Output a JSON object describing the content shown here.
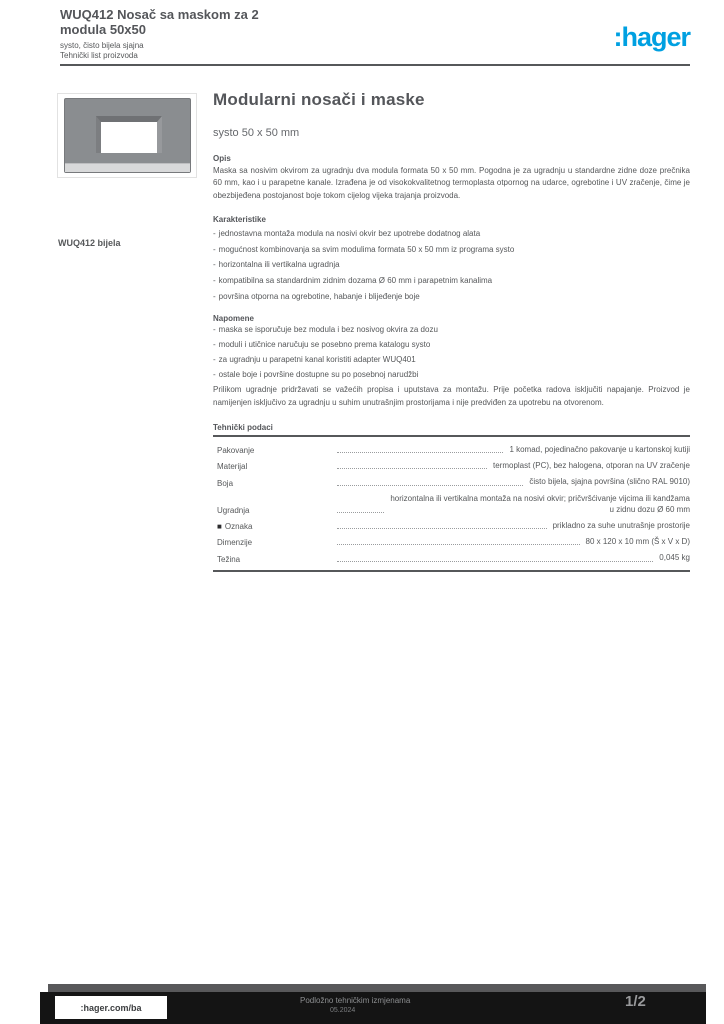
{
  "colors": {
    "accent": "#00a0e1",
    "text": "#56585a",
    "footer_bg": "#141414"
  },
  "header": {
    "title_line1": "WUQ412 Nosač sa maskom za 2 modula 50x50",
    "title_line2": "systo, čisto bijela sjajna",
    "title_line3": "Tehnički list proizvoda",
    "logo_text": ":hager"
  },
  "product": {
    "image_caption": "WUQ412 bijela"
  },
  "main": {
    "heading": "Modularni nosači i maske",
    "subtitle": "systo 50 x 50 mm",
    "description_label": "Opis",
    "description": "Maska sa nosivim okvirom za ugradnju dva modula formata 50 x 50 mm. Pogodna je za ugradnju u standardne zidne doze prečnika 60 mm, kao i u parapetne kanale. Izrađena je od visokokvalitetnog termoplasta otpornog na udarce, ogrebotine i UV zračenje, čime je obezbijeđena postojanost boje tokom cijelog vijeka trajanja proizvoda.",
    "features_label": "Karakteristike",
    "features": [
      "jednostavna montaža modula na nosivi okvir bez upotrebe dodatnog alata",
      "mogućnost kombinovanja sa svim modulima formata 50 x 50 mm iz programa systo",
      "horizontalna ili vertikalna ugradnja",
      "kompatibilna sa standardnim zidnim dozama Ø 60 mm i parapetnim kanalima",
      "površina otporna na ogrebotine, habanje i blijeđenje boje"
    ],
    "notes_label": "Napomene",
    "notes": [
      "maska se isporučuje bez modula i bez nosivog okvira za dozu",
      "moduli i utičnice naručuju se posebno prema katalogu systo",
      "za ugradnju u parapetni kanal koristiti adapter WUQ401",
      "ostale boje i površine dostupne su po posebnoj narudžbi"
    ],
    "notes_close": "Prilikom ugradnje pridržavati se važećih propisa i uputstava za montažu. Prije početka radova isključiti napajanje. Proizvod je namijenjen isključivo za ugradnju u suhim unutrašnjim prostorijama i nije predviđen za upotrebu na otvorenom.",
    "specs_heading": "Tehnički podaci",
    "specs": [
      {
        "label": "Pakovanje",
        "value": "1 komad, pojedinačno pakovanje u kartonskoj kutiji"
      },
      {
        "label": "Materijal",
        "value": "termoplast (PC), bez halogena, otporan na UV zračenje"
      },
      {
        "label": "Boja",
        "value": "čisto bijela, sjajna površina (slično RAL 9010)"
      },
      {
        "label": "Ugradnja",
        "value": "horizontalna ili vertikalna montaža na nosivi okvir; pričvršćivanje vijcima ili kandžama u zidnu dozu Ø 60 mm"
      },
      {
        "label": "Oznaka",
        "symbol": "■",
        "value": "prikladno za suhe unutrašnje prostorije"
      },
      {
        "label": "Dimenzije",
        "value": "80 x 120 x 10 mm (Š x V x D)"
      },
      {
        "label": "Težina",
        "value": "0,045 kg"
      }
    ]
  },
  "footer": {
    "site": ":hager.com/ba",
    "center_line1": "Podložno tehničkim izmjenama",
    "center_line2": "05.2024",
    "page": "1/2"
  }
}
